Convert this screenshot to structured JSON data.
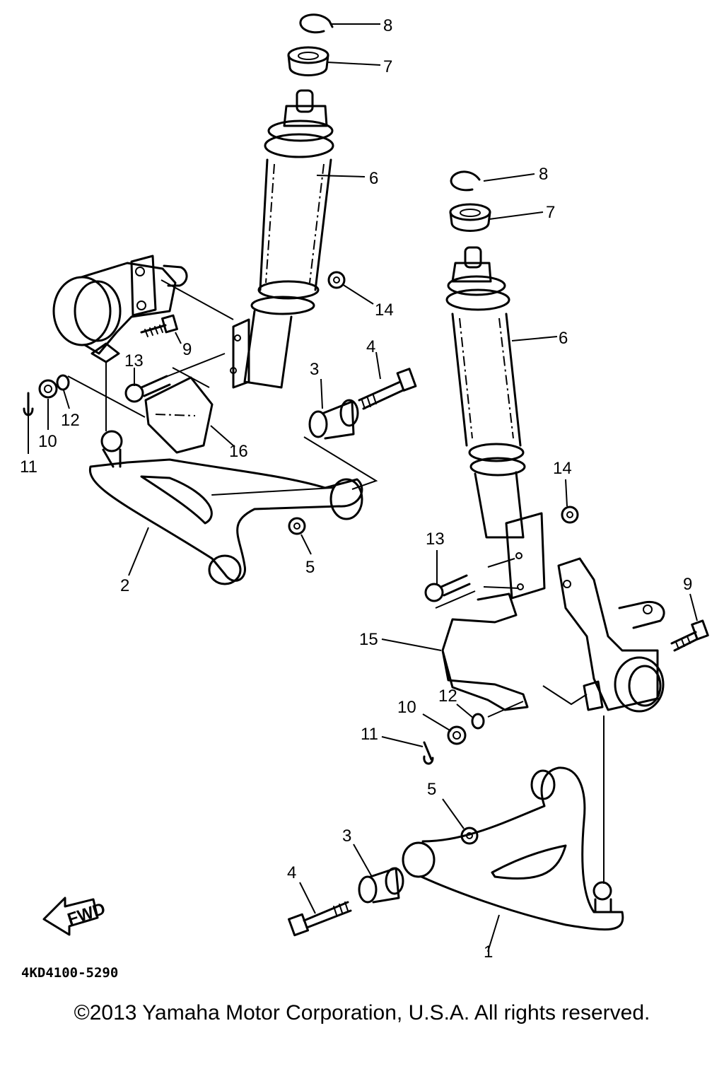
{
  "diagram": {
    "drawing_code": "4KD4100-5290",
    "direction_label": "FWD",
    "copyright": "©2013 Yamaha Motor Corporation, U.S.A. All rights reserved.",
    "left_callouts": {
      "c8": "8",
      "c7": "7",
      "c6": "6",
      "c14": "14",
      "c4": "4",
      "c3": "3",
      "c9": "9",
      "c13": "13",
      "c12": "12",
      "c10": "10",
      "c11": "11",
      "c16": "16",
      "c2": "2",
      "c5": "5"
    },
    "right_callouts": {
      "c8": "8",
      "c7": "7",
      "c6": "6",
      "c14": "14",
      "c13": "13",
      "c9": "9",
      "c15": "15",
      "c12": "12",
      "c10": "10",
      "c11": "11",
      "c5": "5",
      "c3": "3",
      "c4": "4",
      "c1": "1"
    }
  }
}
